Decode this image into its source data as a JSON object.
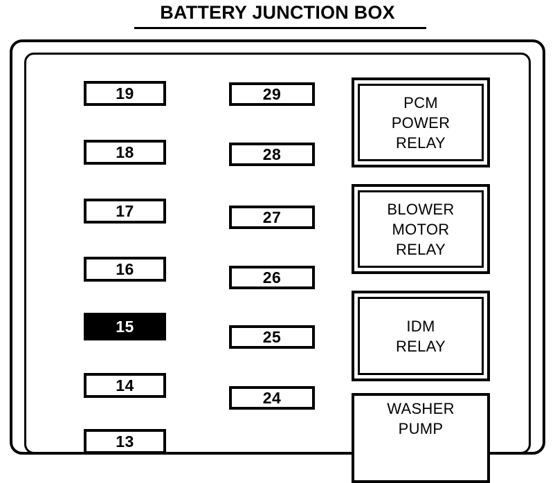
{
  "title": "BATTERY JUNCTION BOX",
  "colors": {
    "background": "#ffffff",
    "line": "#000000",
    "highlight_fill": "#000000",
    "highlight_text": "#ffffff"
  },
  "fuse_columns": [
    {
      "name": "left-fuse-column",
      "fuses": [
        {
          "label": "19",
          "highlighted": false
        },
        {
          "label": "18",
          "highlighted": false
        },
        {
          "label": "17",
          "highlighted": false
        },
        {
          "label": "16",
          "highlighted": false
        },
        {
          "label": "15",
          "highlighted": true
        },
        {
          "label": "14",
          "highlighted": false
        },
        {
          "label": "13",
          "highlighted": false
        }
      ]
    },
    {
      "name": "middle-fuse-column",
      "fuses": [
        {
          "label": "29",
          "highlighted": false
        },
        {
          "label": "28",
          "highlighted": false
        },
        {
          "label": "27",
          "highlighted": false
        },
        {
          "label": "26",
          "highlighted": false
        },
        {
          "label": "25",
          "highlighted": false
        },
        {
          "label": "24",
          "highlighted": false
        }
      ]
    }
  ],
  "relays": [
    {
      "name": "pcm-power-relay",
      "lines": [
        "PCM",
        "POWER",
        "RELAY"
      ]
    },
    {
      "name": "blower-motor-relay",
      "lines": [
        "BLOWER",
        "MOTOR",
        "RELAY"
      ]
    },
    {
      "name": "idm-relay",
      "lines": [
        "IDM",
        "RELAY"
      ]
    },
    {
      "name": "washer-pump-relay",
      "lines": [
        "WASHER",
        "PUMP"
      ]
    }
  ]
}
